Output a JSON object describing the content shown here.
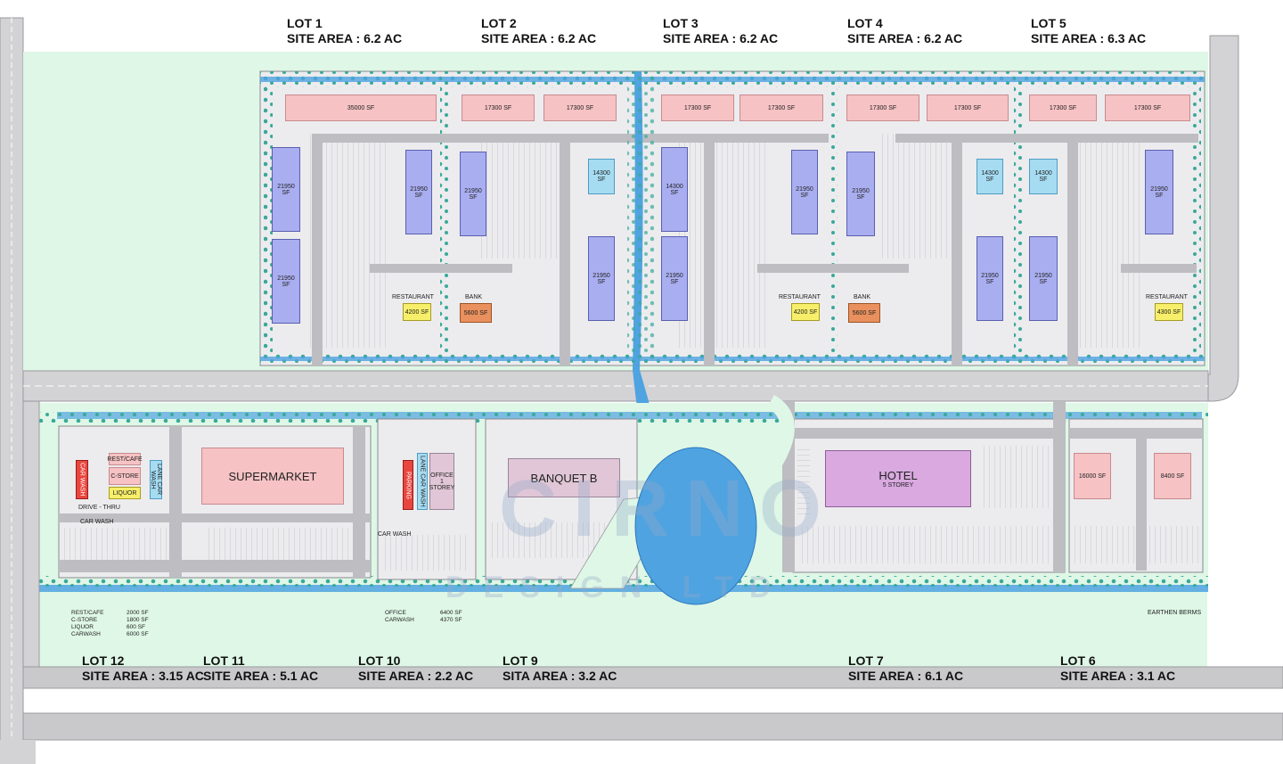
{
  "top_lots": [
    {
      "name": "LOT 1",
      "area": "SITE AREA : 6.2 AC"
    },
    {
      "name": "LOT 2",
      "area": "SITE AREA : 6.2 AC"
    },
    {
      "name": "LOT 3",
      "area": "SITE AREA : 6.2 AC"
    },
    {
      "name": "LOT 4",
      "area": "SITE AREA : 6.2 AC"
    },
    {
      "name": "LOT 5",
      "area": "SITE AREA : 6.3 AC"
    }
  ],
  "bottom_lots": [
    {
      "name": "LOT 12",
      "area": "SITE AREA : 3.15 AC"
    },
    {
      "name": "LOT 11",
      "area": "SITE AREA : 5.1 AC"
    },
    {
      "name": "LOT 10",
      "area": "SITE AREA : 2.2 AC"
    },
    {
      "name": "LOT 9",
      "area": "SITA AREA : 3.2 AC"
    },
    {
      "name": "LOT 7",
      "area": "SITE AREA : 6.1 AC"
    },
    {
      "name": "LOT 6",
      "area": "SITE AREA : 3.1 AC"
    }
  ],
  "buildings": {
    "l1_top": "35000 SF",
    "l2_top_a": "17300 SF",
    "l2_top_b": "17300 SF",
    "l3_top_a": "17300 SF",
    "l3_top_b": "17300 SF",
    "l4_top_a": "17300 SF",
    "l4_top_b": "17300 SF",
    "l5_top_a": "17300 SF",
    "l5_top_b": "17300 SF",
    "l1_w_a": "21950 SF",
    "l1_w_b": "21950 SF",
    "l1_e": "21950 SF",
    "l2_w": "21950 SF",
    "l2_e_top": "14300 SF",
    "l2_e_bot": "21950 SF",
    "l3_w_a": "14300 SF",
    "l3_w_b": "21950 SF",
    "l3_e": "21950 SF",
    "l4_w": "21950 SF",
    "l4_e_top": "14300 SF",
    "l4_e_bot": "21950 SF",
    "l5_w_top": "14300 SF",
    "l5_w_bot": "21950 SF",
    "l5_e": "21950 SF",
    "restaurant_label": "RESTAURANT",
    "restaurant_sf": "4200 SF",
    "restaurant5_sf": "4300 SF",
    "bank_label": "BANK",
    "bank_sf": "5600 SF",
    "supermarket": "SUPERMARKET",
    "banquet": "BANQUET B",
    "hotel": "HOTEL",
    "hotel_sub": "5 STOREY",
    "lot6_a": "16000 SF",
    "lot6_b": "8400 SF",
    "rest_cafe": "REST/CAFE",
    "c_store": "C-STORE",
    "liquor": "LIQUOR",
    "car_wash_v": "CAR WASH",
    "lane_car_wash": "LANE CAR WASH",
    "office": "OFFICE",
    "office_sub": "1 STOREY",
    "parking": "PARKING",
    "drive_thru": "DRIVE - THRU",
    "car_wash": "CAR WASH",
    "car_wash2": "CAR WASH"
  },
  "legend_left": [
    {
      "k": "REST/CAFE",
      "v": "2000 SF"
    },
    {
      "k": "C-STORE",
      "v": "1800 SF"
    },
    {
      "k": "LIQUOR",
      "v": "600 SF"
    },
    {
      "k": "CARWASH",
      "v": "6000 SF"
    }
  ],
  "legend_mid": [
    {
      "k": "OFFICE",
      "v": "6400 SF"
    },
    {
      "k": "CARWASH",
      "v": "4370 SF"
    }
  ],
  "earthen_berms": "EARTHEN BERMS",
  "watermark": {
    "line1": "CIRNO",
    "line2": "DESIGN LTD"
  },
  "colors": {
    "lawn": "#dff7e6",
    "parking": "#ececee",
    "road": "#c9c9cc",
    "water": "#4fa3e0",
    "pond": "#3f8fdc",
    "tree": "#2f9e8f",
    "building_pink": "#f6c2c4",
    "building_blue": "#a9aef0"
  }
}
